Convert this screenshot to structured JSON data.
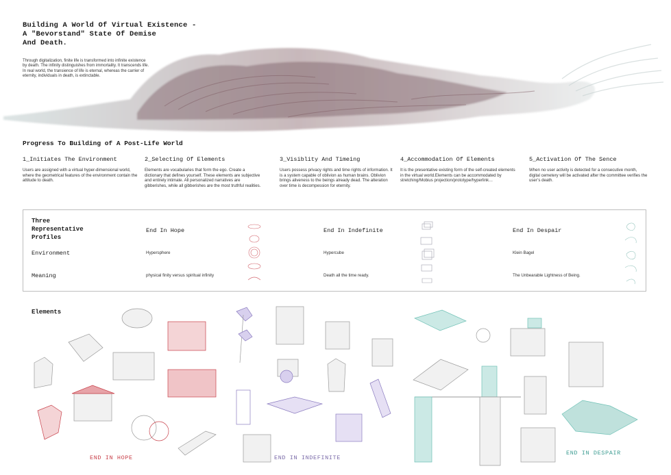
{
  "header": {
    "title_lines": [
      "Building A World Of Virtual Existence -",
      "A \"Bevorstand\" State Of Demise",
      "And Death."
    ],
    "intro": "Through digitalization, finite life is transformed into infinite existence by death. The infinity distinguishes from immortality. It transcends life. In real world, the transience of life is eternal, whereas the carrier of eternity, individuals in death, is extinctable."
  },
  "progress": {
    "title": "Progress To Building of A Post-Life World",
    "steps": [
      {
        "heading": "1_Initiates The Environment",
        "body": "Users are assigned with a virtual hyper-dimensional world, where the geometrical features of the environment contain the attitude to death."
      },
      {
        "heading": "2_Selecting Of Elements",
        "body": "Elements are vocabularies that form the ego. Create a dictionary that defines yourself. These elements are subjective and entirely intimate. All personalized narratives are gibberishes, while all gibberishes are the most truthful realities."
      },
      {
        "heading": "3_Visiblity And Timeing",
        "body": "Users possess privacy rights and time rights of information. It is a system capable of oblivion as human brains. Oblivion brings aliveness to the beings already dead. The alteration over time is decompession for eternity."
      },
      {
        "heading": "4_Accommodation Of Elements",
        "body": "It is the presentative existing form of the self-created elements in the virtual world.Elements can be accommodated by stretching/Mobius projection/prototype/hyperlink…"
      },
      {
        "heading": "5_Activation Of The Sence",
        "body": "When no user activity is detected for a consecutive month, digital cemetery will be activated after the committee verifies the user’s death."
      }
    ]
  },
  "profiles": {
    "title_lines": [
      "Three",
      "Representative",
      "Profiles"
    ],
    "row_labels": {
      "environment": "Environment",
      "meaning": "Meaning"
    },
    "columns": [
      {
        "heading": "End In Hope",
        "environment": "Hypersphere",
        "meaning": "physical finity versus spiritual infinity"
      },
      {
        "heading": "End In Indefinite",
        "environment": "Hypercube",
        "meaning": "Death all the time ready."
      },
      {
        "heading": "End In Despair",
        "environment": "Klein Bagel",
        "meaning": "The Unbearable Lightness of Being."
      }
    ]
  },
  "elements": {
    "title": "Elements",
    "labels": [
      {
        "text": "END IN HOPE",
        "color": "#c8404a"
      },
      {
        "text": "END IN INDEFINITE",
        "color": "#7a6aa8"
      },
      {
        "text": "END IN DESPAIR",
        "color": "#3d9c92"
      }
    ]
  },
  "colors": {
    "hope": "#c8404a",
    "indefinite": "#8b7cc0",
    "despair": "#6fc1b6"
  }
}
